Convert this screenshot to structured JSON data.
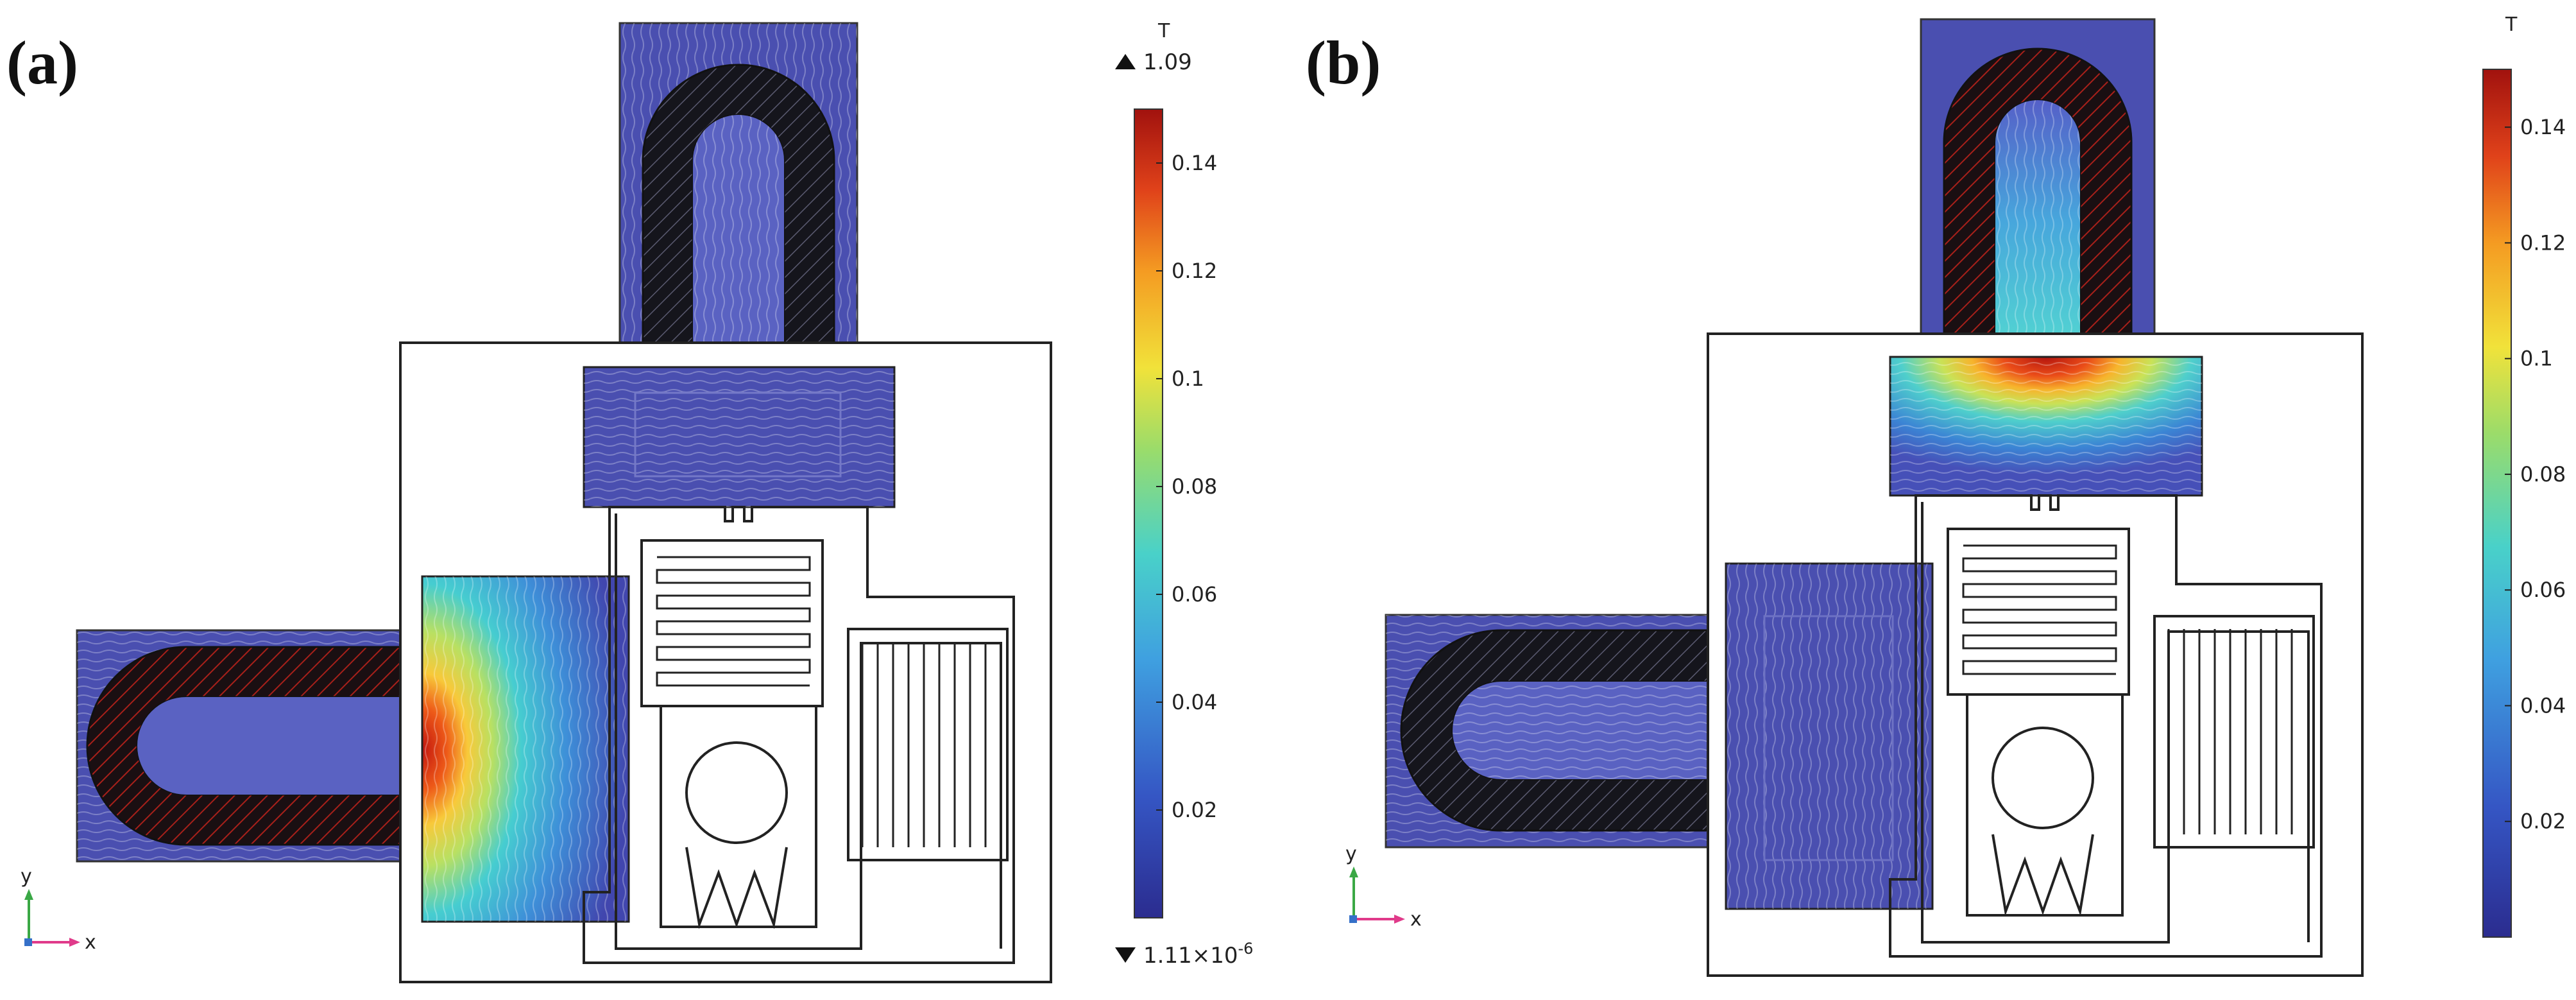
{
  "figure": {
    "panel_a": {
      "label": "(a)",
      "colorbar": {
        "unit": "T",
        "ticks": [
          "0.14",
          "0.12",
          "0.1",
          "0.08",
          "0.06",
          "0.04",
          "0.02"
        ],
        "tick_values": [
          0.14,
          0.12,
          0.1,
          0.08,
          0.06,
          0.04,
          0.02
        ],
        "max_label": "1.09",
        "min_label": "1.11×10",
        "min_label_exp": "-6",
        "range": [
          0,
          0.15
        ]
      },
      "axes": {
        "y": "y",
        "x": "x"
      }
    },
    "panel_b": {
      "label": "(b)",
      "colorbar": {
        "unit": "T",
        "ticks": [
          "0.14",
          "0.12",
          "0.1",
          "0.08",
          "0.06",
          "0.04",
          "0.02"
        ],
        "tick_values": [
          0.14,
          0.12,
          0.1,
          0.08,
          0.06,
          0.04,
          0.02
        ],
        "range": [
          0,
          0.15
        ]
      },
      "axes": {
        "y": "y",
        "x": "x"
      }
    },
    "colors": {
      "field_low": "#3b3fa8",
      "field_mid": "#3ec7c9",
      "field_high": "#b11a12",
      "magnet": "#141418",
      "outline": "#222222"
    }
  }
}
